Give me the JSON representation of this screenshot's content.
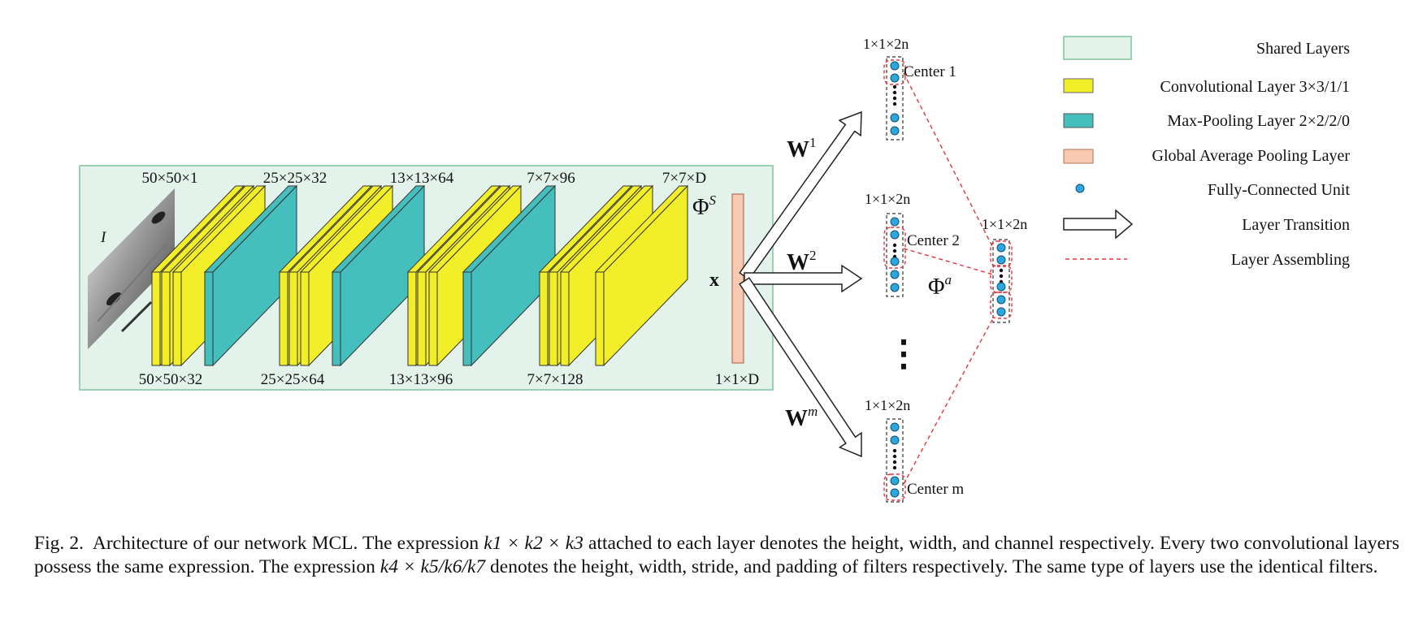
{
  "figure": {
    "input_symbol": "I",
    "shared_symbol": "Φ",
    "shared_sup": "S",
    "feature_symbol": "x",
    "assemble_symbol": "Φ",
    "assemble_sup": "a",
    "top_dims": [
      "50×50×1",
      "25×25×32",
      "13×13×64",
      "7×7×96",
      "7×7×D"
    ],
    "bottom_dims": [
      "50×50×32",
      "25×25×64",
      "13×13×96",
      "7×7×128",
      "1×1×D"
    ],
    "weights": [
      {
        "base": "W",
        "sup": "1"
      },
      {
        "base": "W",
        "sup": "2"
      },
      {
        "base": "W",
        "sup": "m"
      }
    ],
    "fc_dim": "1×1×2n",
    "centers": [
      "Center 1",
      "Center 2",
      "Center m"
    ],
    "vdots": "⋮"
  },
  "legend": [
    {
      "key": "shared",
      "label": "Shared Layers",
      "icon": "shared-layers-swatch",
      "color": "#e3f2ea"
    },
    {
      "key": "conv",
      "label": "Convolutional Layer 3×3/1/1",
      "icon": "conv-layer-swatch",
      "color": "#f2ee2a"
    },
    {
      "key": "pool",
      "label": "Max-Pooling Layer 2×2/2/0",
      "icon": "maxpool-layer-swatch",
      "color": "#45bfbd"
    },
    {
      "key": "gap",
      "label": "Global Average Pooling Layer",
      "icon": "gap-layer-swatch",
      "color": "#f7c9b1"
    },
    {
      "key": "fc",
      "label": "Fully-Connected Unit",
      "icon": "fc-unit-dot",
      "color": "#2aa7e0"
    },
    {
      "key": "trans",
      "label": "Layer Transition",
      "icon": "hollow-arrow-icon"
    },
    {
      "key": "assemble",
      "label": "Layer Assembling",
      "icon": "red-dashed-line",
      "color": "#e8323a"
    }
  ],
  "caption": {
    "fig_label": "Fig. 2.",
    "part1": "Architecture of our network MCL. The expression",
    "expr1": "k1 × k2 × k3",
    "part2": "attached to each layer denotes the height, width, and channel respectively. Every two convolutional layers possess the same expression. The expression",
    "expr2": "k4 × k5/k6/k7",
    "part3": "denotes the height, width, stride, and padding of filters respectively. The same type of layers use the identical filters."
  }
}
